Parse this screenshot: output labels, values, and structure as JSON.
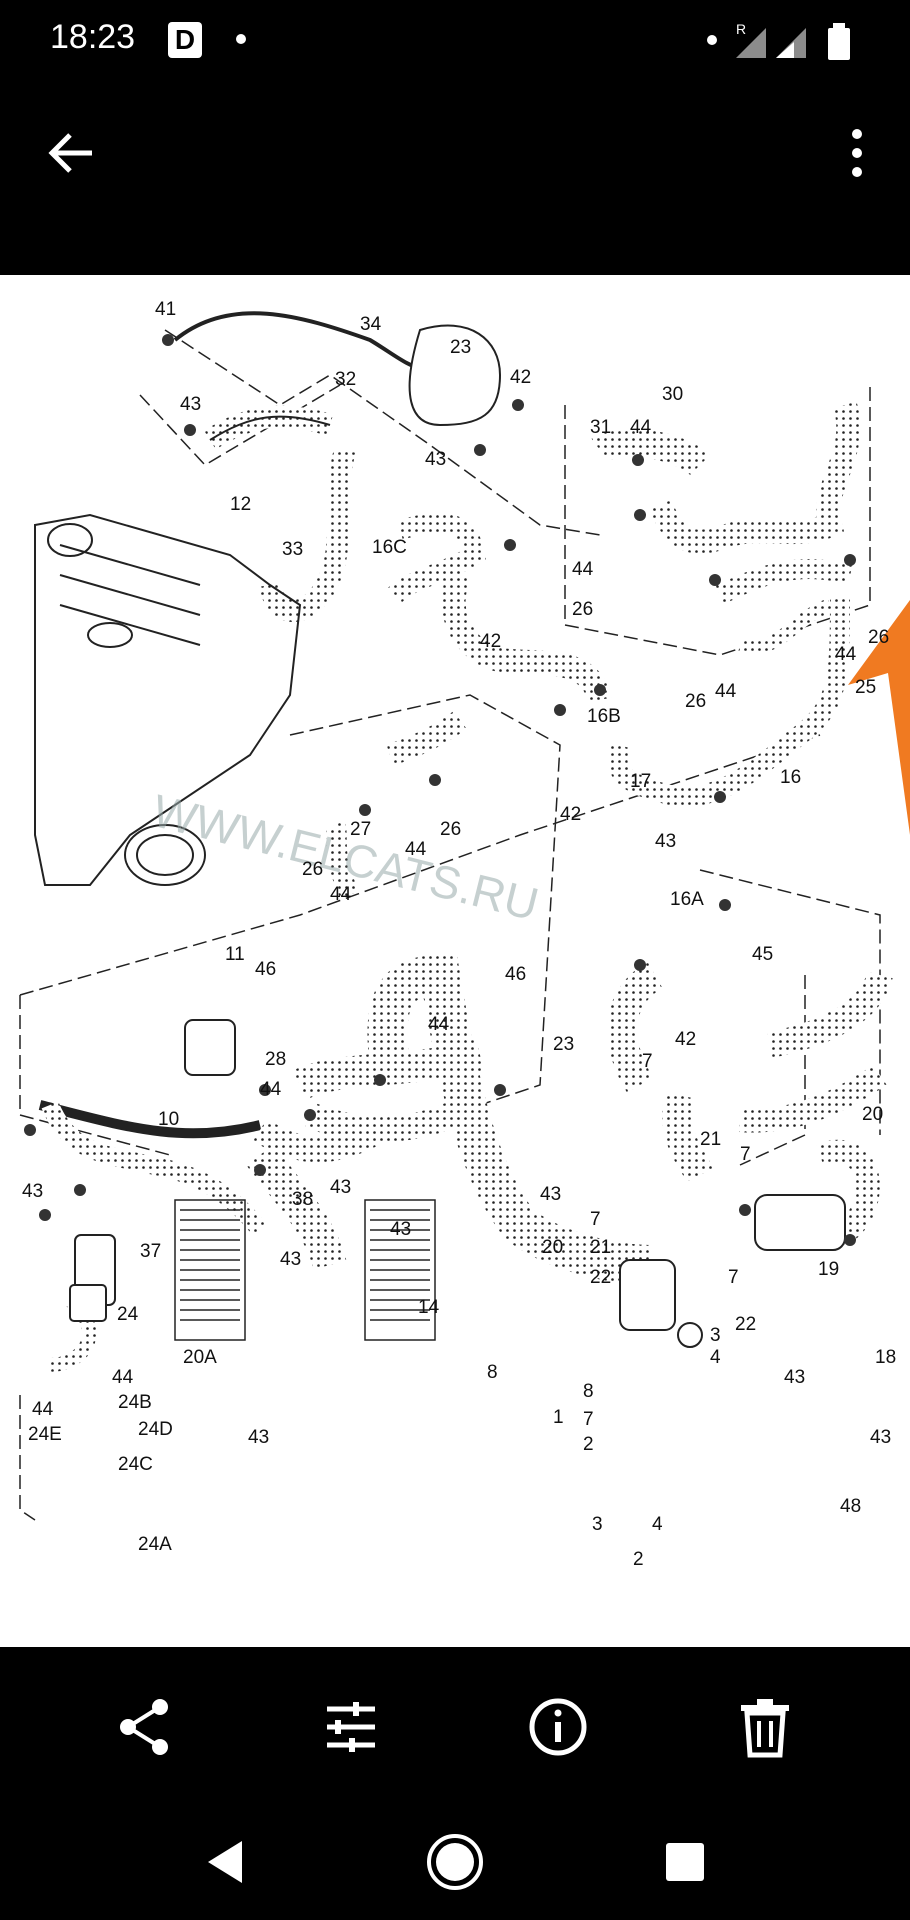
{
  "status_bar": {
    "time": "18:23",
    "dnd_badge": "D",
    "roaming_indicator": "R",
    "icons": [
      "notification-dot",
      "signal-icon",
      "signal-icon",
      "battery-icon"
    ]
  },
  "app_bar": {
    "back_icon": "arrow-left-icon",
    "more_icon": "more-vert-icon"
  },
  "diagram": {
    "watermark": "WWW.ELCATS.RU",
    "labels": {
      "l41": "41",
      "l34": "34",
      "l23": "23",
      "l42a": "42",
      "l32": "32",
      "l43a": "43",
      "l43b": "43",
      "l30": "30",
      "l31": "31",
      "l44a": "44",
      "l12": "12",
      "l33": "33",
      "l16c": "16C",
      "l44b": "44",
      "l26a": "26",
      "l42b": "42",
      "l44c": "44",
      "l26b": "26",
      "l26c": "26",
      "l44d": "44",
      "l25": "25",
      "l16b": "16B",
      "l17": "17",
      "l16": "16",
      "l27": "27",
      "l44e": "44",
      "l26d": "26",
      "l42c": "42",
      "l43c": "43",
      "l16a": "16A",
      "l26e": "26",
      "l44f": "44",
      "l45": "45",
      "l11": "11",
      "l46a": "46",
      "l46b": "46",
      "l44g": "44",
      "l23b": "23",
      "l42d": "42",
      "l28": "28",
      "l7a": "7",
      "l44h": "44",
      "l21a": "21",
      "l7b": "7",
      "l20a": "20",
      "l10": "10",
      "l43d": "43",
      "l38": "38",
      "l43e": "43",
      "l43f": "43",
      "l37": "37",
      "l43g": "43",
      "l43h": "43",
      "l7c": "7",
      "l20b": "20",
      "l21b": "21",
      "l22a": "22",
      "l19": "19",
      "l7d": "7",
      "l14": "14",
      "l22b": "22",
      "l3a": "3",
      "l4a": "4",
      "l24": "24",
      "l20A": "20A",
      "l8a": "8",
      "l18": "18",
      "l43i": "43",
      "l44i": "44",
      "l44j": "44",
      "l24b": "24B",
      "l24d": "24D",
      "l24e": "24E",
      "l24c": "24C",
      "l43j": "43",
      "l8b": "8",
      "l1": "1",
      "l7e": "7",
      "l2a": "2",
      "l43k": "43",
      "l48": "48",
      "l24a": "24A",
      "l3b": "3",
      "l4b": "4",
      "l2b": "2"
    },
    "accent_arrow_color": "#F07A21"
  },
  "toolbar": {
    "share_icon": "share-icon",
    "edit_icon": "tune-icon",
    "info_icon": "info-icon",
    "delete_icon": "delete-icon"
  },
  "nav": {
    "back_icon": "nav-back-icon",
    "home_icon": "nav-home-icon",
    "recents_icon": "nav-recents-icon"
  }
}
